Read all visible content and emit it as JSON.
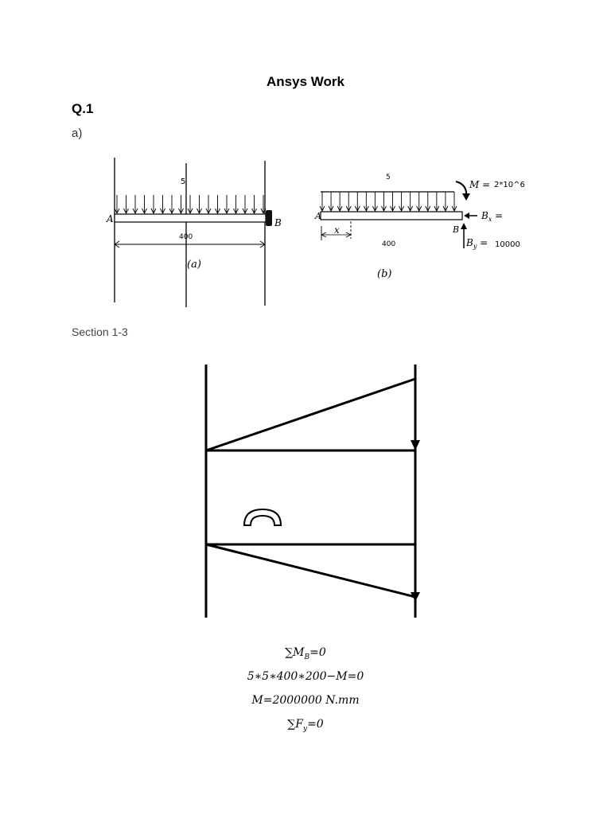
{
  "page": {
    "title": "Ansys Work",
    "question": "Q.1",
    "part": "a)",
    "section_label": "Section 1-3"
  },
  "figure_a": {
    "load_label": "5",
    "left_label": "A",
    "right_label": "B",
    "length_label": "400",
    "caption": "(a)"
  },
  "figure_b": {
    "load_label": "5",
    "moment_label": "M =",
    "moment_value": "2*10^6",
    "left_label": "A",
    "right_label": "B",
    "bx_label": "B",
    "bx_sub": "x",
    "bx_eq": " =",
    "by_label": "B",
    "by_sub": "y",
    "by_eq": " =",
    "by_value": "10000",
    "x_label": "x",
    "length_label": "400",
    "caption": "(b)"
  },
  "equations": {
    "eq1_main": "∑M",
    "eq1_sub": "B",
    "eq1_rest": "=0",
    "eq2": "5∗5∗400∗200−M=0",
    "eq3": "M=2000000 N.mm",
    "eq4_main": "∑F",
    "eq4_sub": "y",
    "eq4_rest": "=0"
  }
}
